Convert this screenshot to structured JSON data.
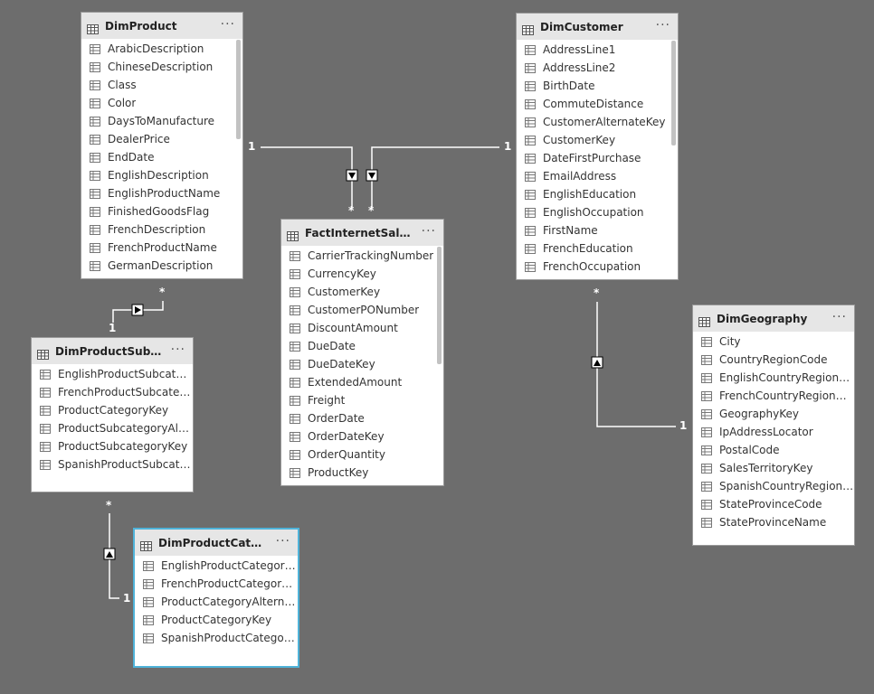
{
  "tables": [
    {
      "id": "dimproduct",
      "title": "DimProduct",
      "columns": [
        "ArabicDescription",
        "ChineseDescription",
        "Class",
        "Color",
        "DaysToManufacture",
        "DealerPrice",
        "EndDate",
        "EnglishDescription",
        "EnglishProductName",
        "FinishedGoodsFlag",
        "FrenchDescription",
        "FrenchProductName",
        "GermanDescription"
      ]
    },
    {
      "id": "dimcustomer",
      "title": "DimCustomer",
      "columns": [
        "AddressLine1",
        "AddressLine2",
        "BirthDate",
        "CommuteDistance",
        "CustomerAlternateKey",
        "CustomerKey",
        "DateFirstPurchase",
        "EmailAddress",
        "EnglishEducation",
        "EnglishOccupation",
        "FirstName",
        "FrenchEducation",
        "FrenchOccupation"
      ]
    },
    {
      "id": "factinternetsales",
      "title": "FactInternetSales",
      "columns": [
        "CarrierTrackingNumber",
        "CurrencyKey",
        "CustomerKey",
        "CustomerPONumber",
        "DiscountAmount",
        "DueDate",
        "DueDateKey",
        "ExtendedAmount",
        "Freight",
        "OrderDate",
        "OrderDateKey",
        "OrderQuantity",
        "ProductKey"
      ]
    },
    {
      "id": "dimproductsubcategory",
      "title": "DimProductSubcate...",
      "columns": [
        "EnglishProductSubcatego...",
        "FrenchProductSubcatego...",
        "ProductCategoryKey",
        "ProductSubcategoryAlter...",
        "ProductSubcategoryKey",
        "SpanishProductSubcateg..."
      ]
    },
    {
      "id": "dimgeography",
      "title": "DimGeography",
      "columns": [
        "City",
        "CountryRegionCode",
        "EnglishCountryRegionNa...",
        "FrenchCountryRegionNa...",
        "GeographyKey",
        "IpAddressLocator",
        "PostalCode",
        "SalesTerritoryKey",
        "SpanishCountryRegionNa...",
        "StateProvinceCode",
        "StateProvinceName"
      ]
    },
    {
      "id": "dimproductcategory",
      "title": "DimProductCategory",
      "columns": [
        "EnglishProductCategory...",
        "FrenchProductCategoryN...",
        "ProductCategoryAlternat...",
        "ProductCategoryKey",
        "SpanishProductCategory..."
      ]
    }
  ],
  "relationships": [
    {
      "from": "DimProduct",
      "to": "FactInternetSales",
      "one_label": "1",
      "many_label": "*"
    },
    {
      "from": "DimCustomer",
      "to": "FactInternetSales",
      "one_label": "1",
      "many_label": "*"
    },
    {
      "from": "DimProductSubcategory",
      "to": "DimProduct",
      "one_label": "1",
      "many_label": "*"
    },
    {
      "from": "DimGeography",
      "to": "DimCustomer",
      "one_label": "1",
      "many_label": "*"
    },
    {
      "from": "DimProductCategory",
      "to": "DimProductSubcategory",
      "one_label": "1",
      "many_label": "*"
    }
  ],
  "more_label": "···",
  "colors": {
    "canvas": "#6d6d6d",
    "selected_border": "#4fb3d9",
    "header": "#e6e6e6"
  }
}
